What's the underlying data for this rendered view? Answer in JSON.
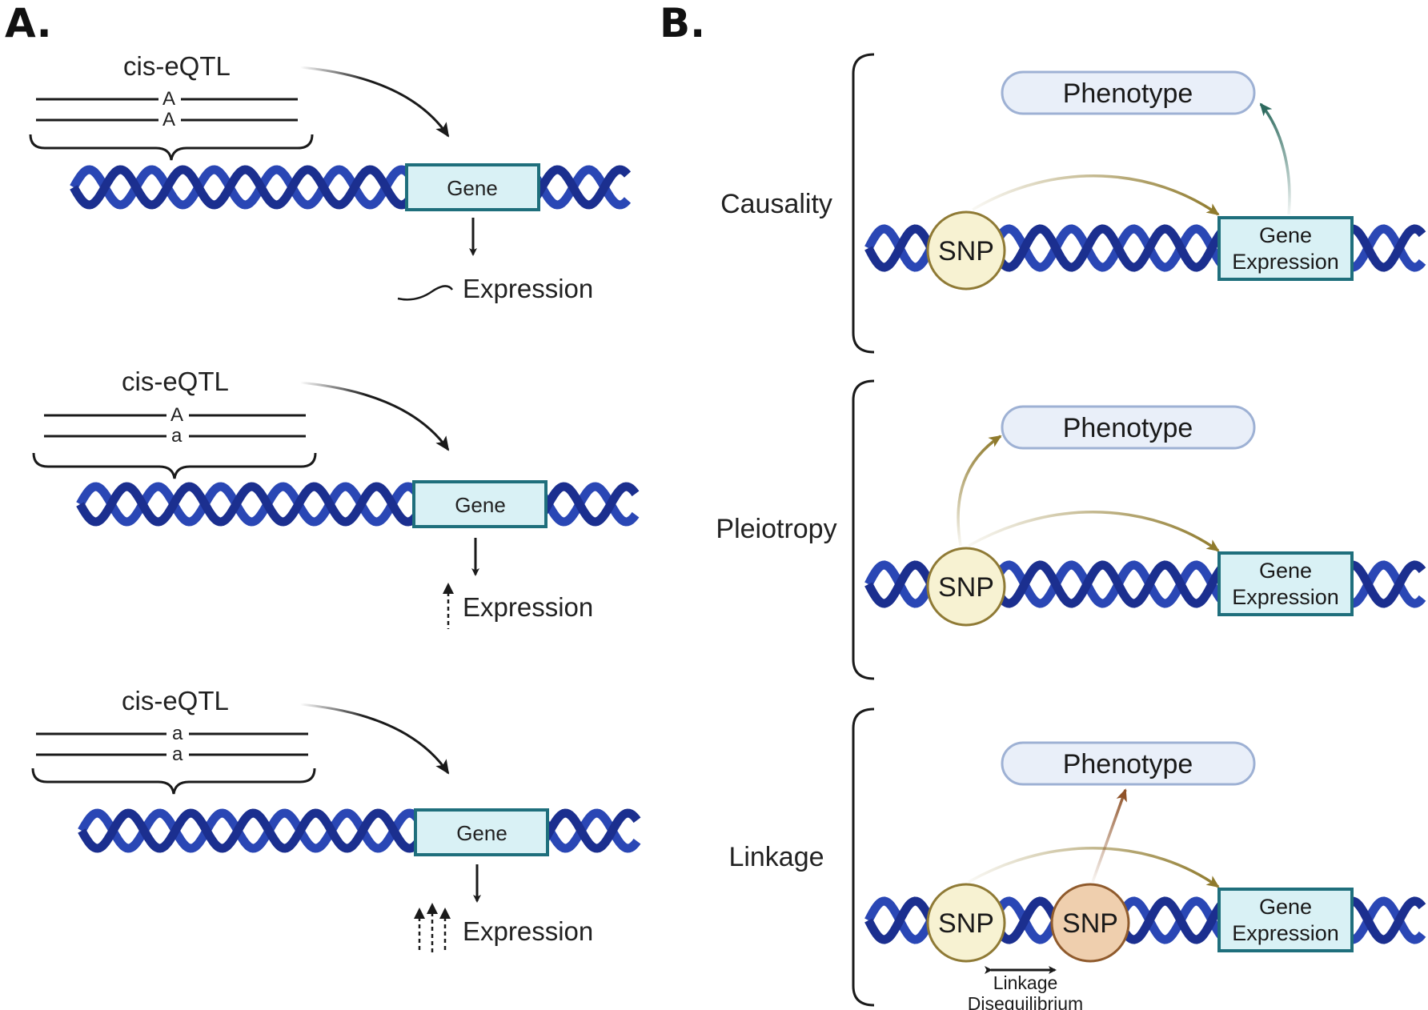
{
  "panel_a": {
    "letter": "A.",
    "rows": [
      {
        "locus_label": "cis-eQTL",
        "allele_top": "A",
        "allele_bottom": "A",
        "gene_label": "Gene",
        "expression_label": "Expression",
        "expression_level": 0
      },
      {
        "locus_label": "cis-eQTL",
        "allele_top": "A",
        "allele_bottom": "a",
        "gene_label": "Gene",
        "expression_label": "Expression",
        "expression_level": 1
      },
      {
        "locus_label": "cis-eQTL",
        "allele_top": "a",
        "allele_bottom": "a",
        "gene_label": "Gene",
        "expression_label": "Expression",
        "expression_level": 3
      }
    ]
  },
  "panel_b": {
    "letter": "B.",
    "rows": [
      {
        "model": "Causality",
        "phenotype": "Phenotype",
        "snp": "SNP",
        "gene_expression_line1": "Gene",
        "gene_expression_line2": "Expression"
      },
      {
        "model": "Pleiotropy",
        "phenotype": "Phenotype",
        "snp": "SNP",
        "gene_expression_line1": "Gene",
        "gene_expression_line2": "Expression"
      },
      {
        "model": "Linkage",
        "phenotype": "Phenotype",
        "snp": "SNP",
        "snp_2": "SNP",
        "gene_expression_line1": "Gene",
        "gene_expression_line2": "Expression",
        "ld_line1": "Linkage",
        "ld_line2": "Disequilibrium"
      }
    ]
  },
  "colors": {
    "dna": "#1b2f8f",
    "dna_light": "#2a47b5",
    "gene_fill": "#d9f1f5",
    "gene_stroke": "#1f6f7c",
    "phenotype_fill": "#e9eff9",
    "phenotype_stroke": "#9eb1d4",
    "snp_fill": "#f7f2d2",
    "snp_stroke": "#8f7a35",
    "snp2_fill": "#efcfae",
    "snp2_stroke": "#8f5a2c",
    "arrow_gold": "#8f7a2c",
    "arrow_teal": "#2d6a5e",
    "arrow_brown": "#8f5228",
    "black": "#1a1a1a"
  }
}
